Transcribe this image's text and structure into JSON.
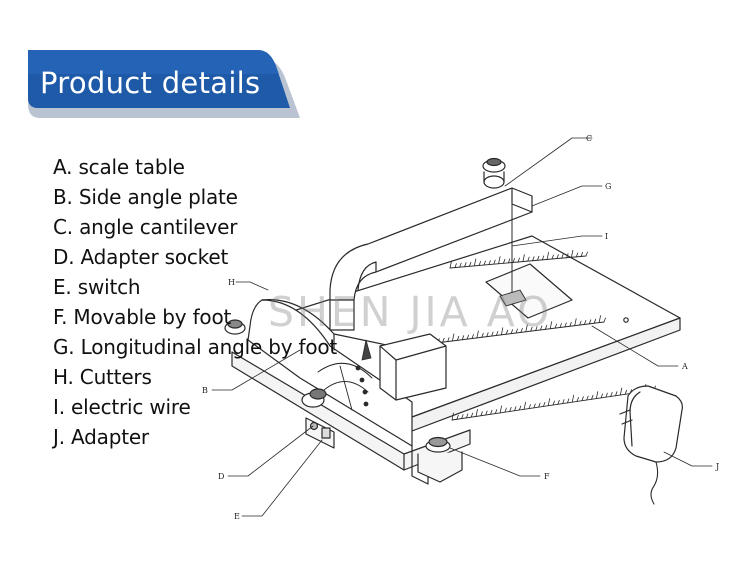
{
  "header": {
    "title": "Product details",
    "accent": "#1e5aa8"
  },
  "parts": [
    "A. scale table",
    "B. Side angle plate",
    "C. angle cantilever",
    "D. Adapter socket",
    "E. switch",
    "F. Movable by foot",
    "G. Longitudinal angle by foot",
    "H. Cutters",
    "I. electric wire",
    "J. Adapter"
  ],
  "callouts": {
    "A": "A",
    "B": "B",
    "C": "C",
    "D": "D",
    "E": "E",
    "F": "F",
    "G": "G",
    "H": "H",
    "I": "I",
    "J": "J"
  },
  "watermark": "SHEN JIA AO"
}
